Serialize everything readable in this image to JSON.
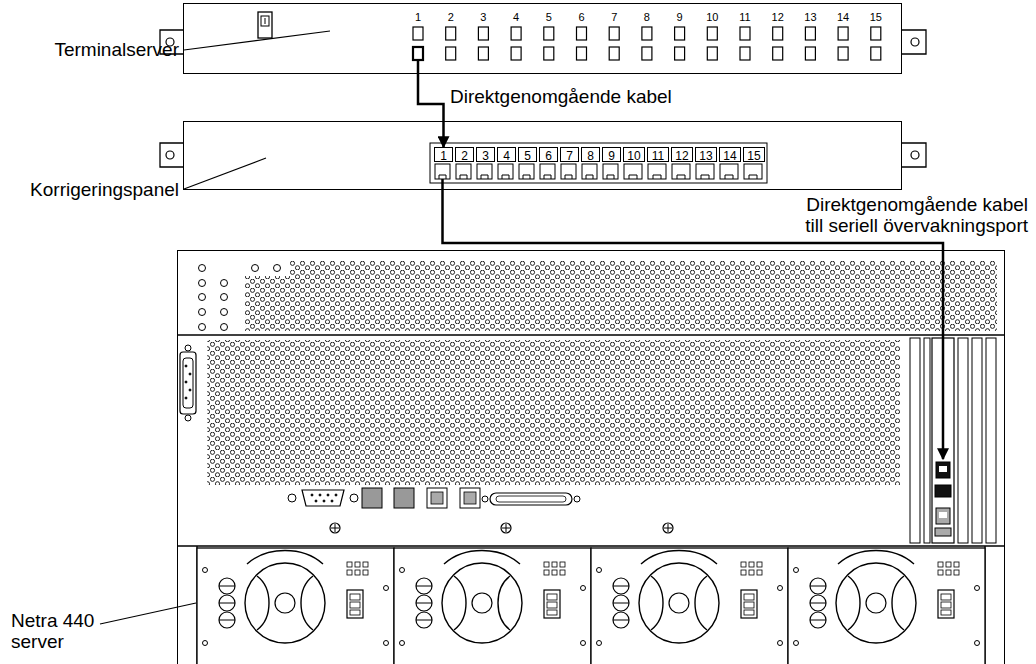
{
  "diagram": {
    "nodes": [
      {
        "text": [
          "Terminalserver"
        ]
      },
      {
        "text": [
          "Korrigeringspanel"
        ]
      },
      {
        "text": [
          "1"
        ],
        "in": 1
      },
      {
        "text": [
          "2"
        ],
        "in": 1
      },
      {
        "text": [
          "3"
        ],
        "in": 1
      },
      {
        "text": [
          "4"
        ],
        "in": 1
      },
      {
        "text": [
          "5"
        ],
        "in": 1
      },
      {
        "text": [
          "6"
        ],
        "in": 1
      },
      {
        "text": [
          "7"
        ],
        "in": 1
      },
      {
        "text": [
          "8"
        ],
        "in": 1
      },
      {
        "text": [
          "9"
        ],
        "in": 1
      },
      {
        "text": [
          "10"
        ],
        "in": 1
      },
      {
        "text": [
          "11"
        ],
        "in": 1
      },
      {
        "text": [
          "12"
        ],
        "in": 1
      },
      {
        "text": [
          "13"
        ],
        "in": 1
      },
      {
        "text": [
          "14"
        ],
        "in": 1
      },
      {
        "text": [
          "15"
        ],
        "in": 1
      },
      {
        "text": [
          "Netra 440 server"
        ]
      }
    ],
    "edges": [
      {
        "from": 0,
        "to": 2,
        "arrow": "to",
        "label": "Direktgenomgående kabel"
      },
      {
        "from": 1,
        "to": 17,
        "arrow": "to",
        "label": "Direktgenomgående kabel till seriell övervakningsport"
      }
    ],
    "labels": [
      "1",
      "2",
      "3",
      "4",
      "5",
      "6",
      "7",
      "8",
      "9",
      "10",
      "11",
      "12",
      "13",
      "14",
      "15"
    ]
  }
}
